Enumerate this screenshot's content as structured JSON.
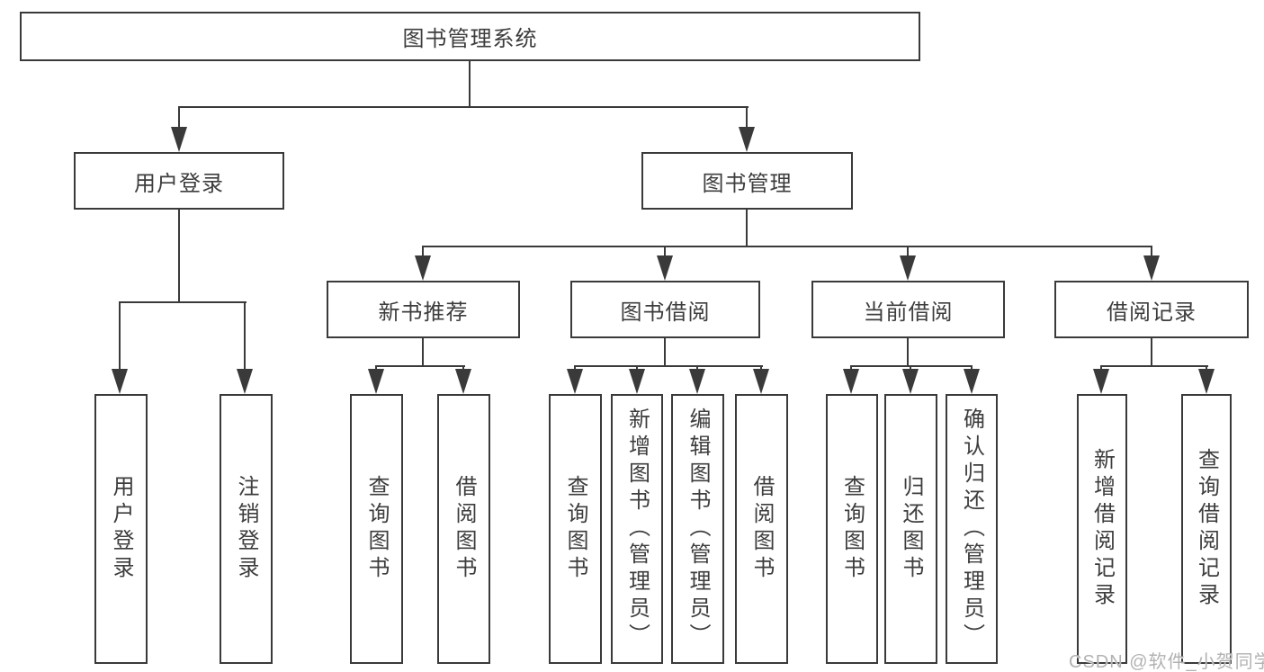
{
  "diagram": {
    "root": {
      "label": "图书管理系统"
    },
    "branches": [
      {
        "label": "用户登录"
      },
      {
        "label": "图书管理"
      }
    ],
    "modules": [
      {
        "label": "新书推荐"
      },
      {
        "label": "图书借阅"
      },
      {
        "label": "当前借阅"
      },
      {
        "label": "借阅记录"
      }
    ],
    "leaves": [
      {
        "label": "用户登录"
      },
      {
        "label": "注销登录"
      },
      {
        "label": "查询图书"
      },
      {
        "label": "借阅图书"
      },
      {
        "label": "查询图书"
      },
      {
        "label": "新增图书（管理员）"
      },
      {
        "label": "编辑图书（管理员）"
      },
      {
        "label": "借阅图书"
      },
      {
        "label": "查询图书"
      },
      {
        "label": "归还图书"
      },
      {
        "label": "确认归还（管理员）"
      },
      {
        "label": "新增借阅记录"
      },
      {
        "label": "查询借阅记录"
      }
    ]
  },
  "watermark": {
    "text": "CSDN @软件_小贺同学"
  },
  "colors": {
    "line": "#3a3a3a",
    "text": "#3d3d3d",
    "background": "#ffffff",
    "watermark": "#b2b2b2"
  }
}
